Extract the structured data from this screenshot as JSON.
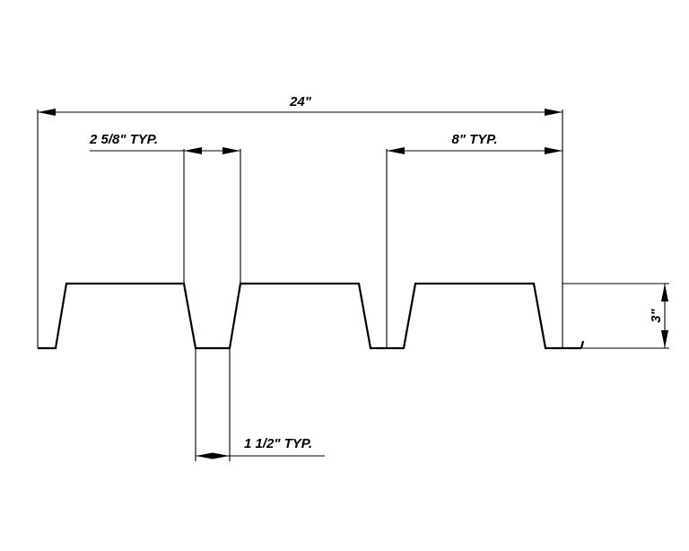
{
  "drawing": {
    "labels": {
      "overall_width": "24\"",
      "top_flange": "2 5/8\" TYP.",
      "pitch": "8\" TYP.",
      "bottom_flange": "1 1/2\" TYP.",
      "depth": "3\""
    }
  }
}
